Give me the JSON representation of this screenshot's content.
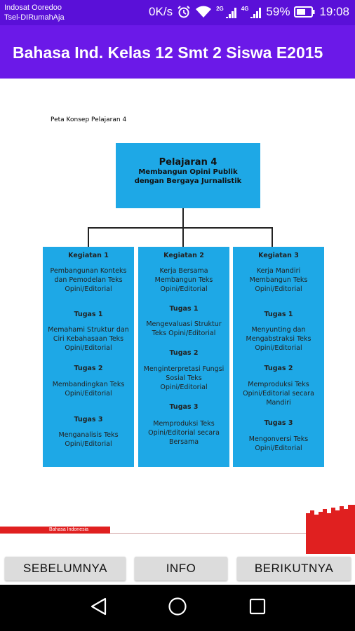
{
  "status_bar": {
    "carrier_line1": "Indosat Ooredoo",
    "carrier_line2": "Tsel-DIRumahAja",
    "data_speed": "0K/s",
    "network_2g": "2G",
    "network_4g": "4G",
    "battery": "59%",
    "time": "19:08",
    "icons": [
      "alarm-icon",
      "wifi-icon",
      "signal-icon",
      "signal-icon",
      "battery-icon"
    ]
  },
  "app_bar": {
    "title": "Bahasa Ind. Kelas 12 Smt 2 Siswa E2015"
  },
  "concept_map": {
    "caption": "Peta Konsep Pelajaran 4",
    "main_title": "Pelajaran 4",
    "main_subtitle": "Membangun Opini Publik dengan Bergaya Jurnalistik",
    "columns": [
      {
        "heading": "Kegiatan 1",
        "intro": "Pembangunan Konteks dan Pemodelan Teks Opini/Editorial",
        "tasks": [
          {
            "label": "Tugas 1",
            "text": "Memahami Struktur dan Ciri Kebahasaan Teks Opini/Editorial"
          },
          {
            "label": "Tugas 2",
            "text": "Membandingkan Teks Opini/Editorial"
          },
          {
            "label": "Tugas 3",
            "text": "Menganalisis Teks Opini/Editorial"
          }
        ]
      },
      {
        "heading": "Kegiatan 2",
        "intro": "Kerja Bersama Membangun Teks Opini/Editorial",
        "tasks": [
          {
            "label": "Tugas 1",
            "text": "Mengevaluasi Struktur Teks Opini/Editorial"
          },
          {
            "label": "Tugas 2",
            "text": "Menginterpretasi Fungsi Sosial Teks Opini/Editorial"
          },
          {
            "label": "Tugas 3",
            "text": "Memproduksi Teks Opini/Editorial secara Bersama"
          }
        ]
      },
      {
        "heading": "Kegiatan 3",
        "intro": "Kerja Mandiri Membangun Teks Opini/Editorial",
        "tasks": [
          {
            "label": "Tugas 1",
            "text": "Menyunting dan Mengabstraksi Teks Opini/Editorial"
          },
          {
            "label": "Tugas 2",
            "text": "Memproduksi Teks Opini/Editorial secara Mandiri"
          },
          {
            "label": "Tugas 3",
            "text": "Mengonversi Teks Opini/Editorial"
          }
        ]
      }
    ]
  },
  "page_footer": {
    "label": "Bahasa Indonesia"
  },
  "buttons": {
    "prev": "SEBELUMNYA",
    "info": "INFO",
    "next": "BERIKUTNYA"
  },
  "nav_bar": {
    "icons": [
      "back-icon",
      "home-icon",
      "recents-icon"
    ]
  },
  "colors": {
    "status_bar": "#5a10d8",
    "app_bar": "#6b19e8",
    "concept_box": "#1ea8e6",
    "footer_accent": "#e02020",
    "button_bg": "#dcdcdc",
    "nav_bar": "#000000"
  }
}
